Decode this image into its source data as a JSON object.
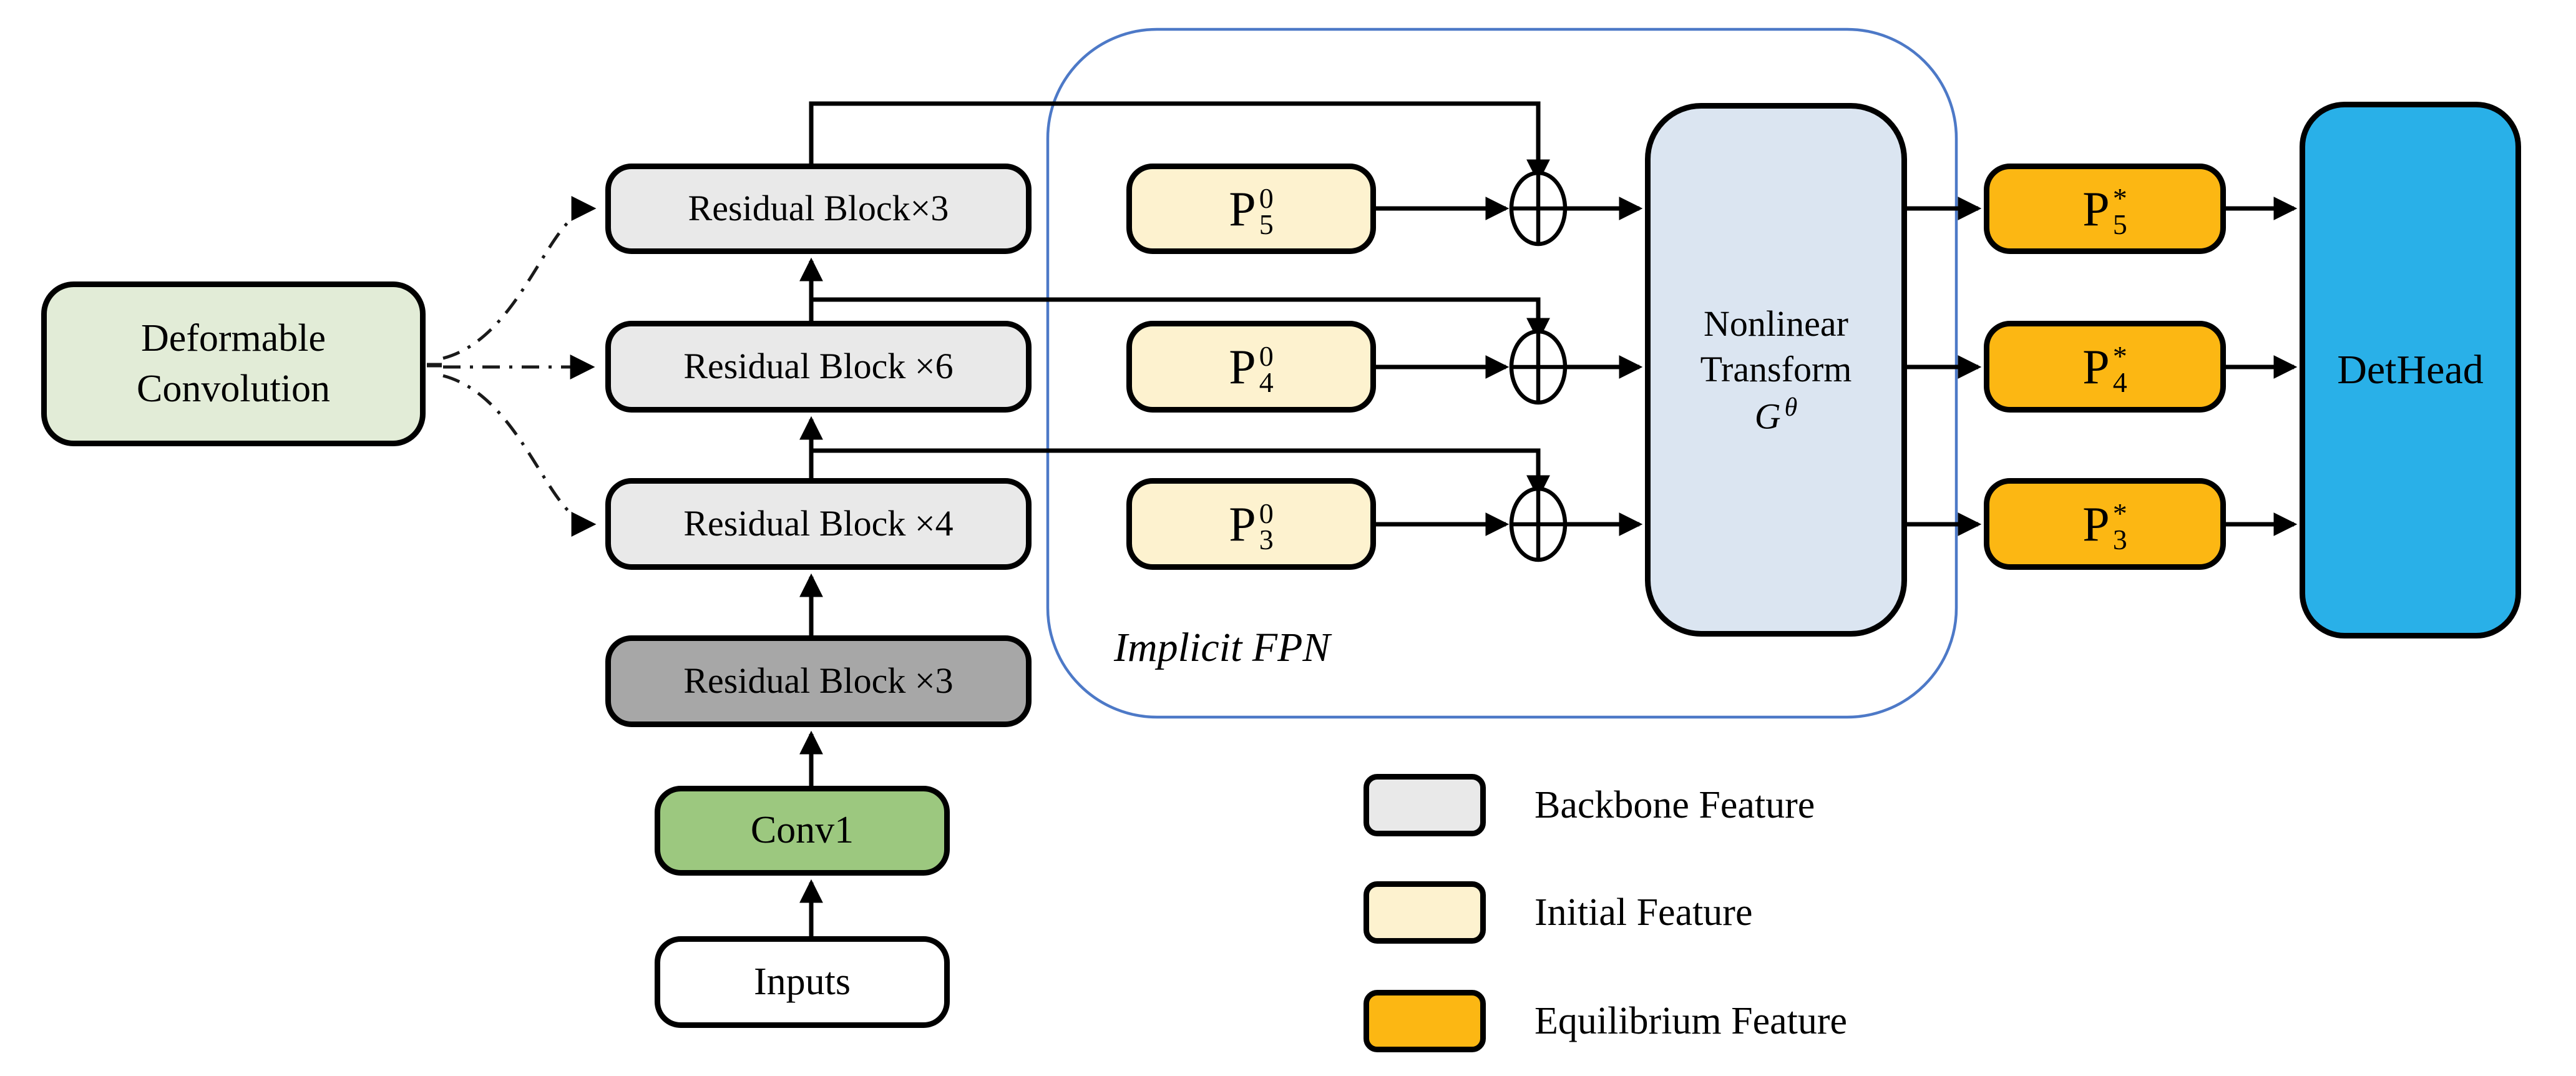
{
  "colors": {
    "backbone_feature": "#e9e9e9",
    "backbone_feature_dark": "#a7a7a7",
    "initial_feature": "#fdf2cf",
    "equilibrium_feature": "#fcb713",
    "deformable_conv": "#e2ecd7",
    "conv1": "#9cc87f",
    "inputs": "#ffffff",
    "nonlinear_transform": "#dbe5f1",
    "dethead": "#29b0e8",
    "fpn_border": "#4d79c7",
    "line": "#000000"
  },
  "backbone": {
    "deformable_conv_label": "Deformable Convolution",
    "residual_blocks": [
      {
        "label": "Residual Block×3"
      },
      {
        "label": "Residual Block ×6"
      },
      {
        "label": "Residual Block ×4"
      },
      {
        "label": "Residual Block ×3"
      }
    ],
    "conv1_label": "Conv1",
    "inputs_label": "Inputs"
  },
  "fpn": {
    "region_label": "Implicit FPN",
    "initial_features": [
      {
        "base": "P",
        "sub": "5",
        "sup": "0"
      },
      {
        "base": "P",
        "sub": "4",
        "sup": "0"
      },
      {
        "base": "P",
        "sub": "3",
        "sup": "0"
      }
    ],
    "nonlinear_transform": {
      "line1": "Nonlinear",
      "line2": "Transform",
      "symbol_base": "G",
      "symbol_sup": "θ"
    },
    "equilibrium_features": [
      {
        "base": "P",
        "sub": "5",
        "sup": "*"
      },
      {
        "base": "P",
        "sub": "4",
        "sup": "*"
      },
      {
        "base": "P",
        "sub": "3",
        "sup": "*"
      }
    ]
  },
  "dethead_label": "DetHead",
  "legend": {
    "items": [
      {
        "label": "Backbone Feature",
        "color": "#e9e9e9"
      },
      {
        "label": "Initial Feature",
        "color": "#fdf2cf"
      },
      {
        "label": "Equilibrium Feature",
        "color": "#fcb713"
      }
    ]
  }
}
